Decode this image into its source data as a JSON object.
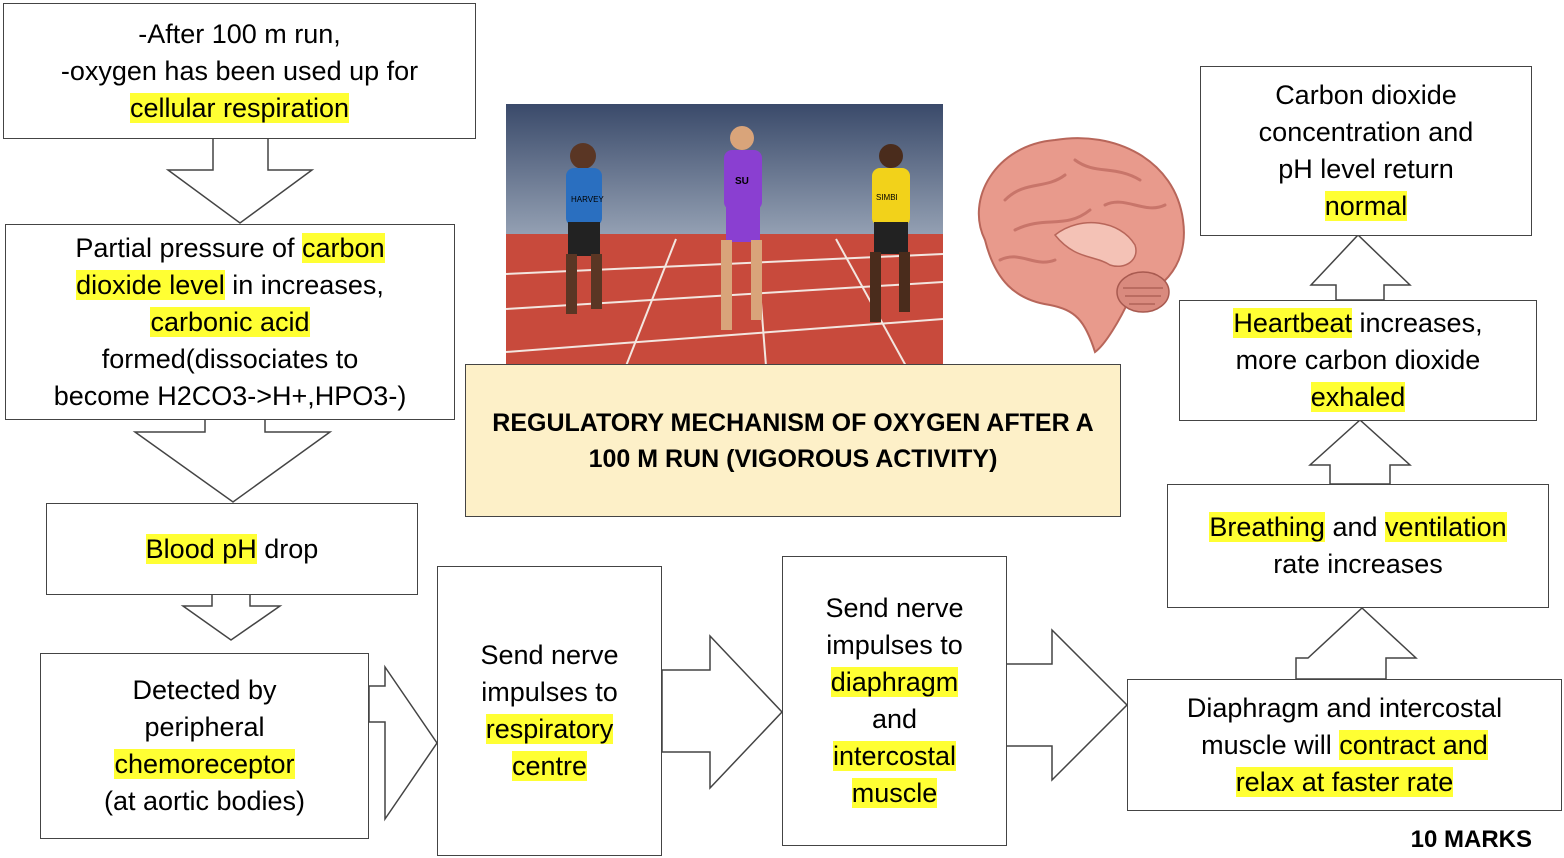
{
  "boxes": {
    "box1": {
      "line1": "-After 100 m run,",
      "line2": "-oxygen has been used up for",
      "hl": "cellular respiration"
    },
    "box2": {
      "hl1": "carbon",
      "t1": "Partial pressure of",
      "hl2": "dioxide level",
      "t2": "in increases,",
      "hl3": "carbonic acid",
      "t3": "formed(dissociates to",
      "t4": "become H2CO3->H+,HPO3-)"
    },
    "box3": {
      "hl": "Blood pH",
      "t": "drop"
    },
    "box4": {
      "t1": "Detected by",
      "t2": "peripheral",
      "hl": "chemoreceptor",
      "t3": "(at aortic bodies)"
    },
    "box5": {
      "t1": "Send nerve",
      "t2": "impulses to",
      "hl1": "respiratory",
      "hl2": "centre"
    },
    "box6": {
      "t1": "Send nerve",
      "t2": "impulses to",
      "hl1": "diaphragm",
      "t3": "and",
      "hl2": "intercostal",
      "hl3": "muscle"
    },
    "box7": {
      "t1": "Diaphragm and intercostal",
      "t2": "muscle will",
      "hl1": "contract and",
      "hl2": "relax at faster rate"
    },
    "box8": {
      "hl1": "Breathing",
      "t1": "and",
      "hl2": "ventilation",
      "t2": "rate increases"
    },
    "box9": {
      "hl1": "Heartbeat",
      "t1": "increases,",
      "t2": "more carbon dioxide",
      "hl2": "exhaled"
    },
    "box10": {
      "t1": "Carbon dioxide",
      "t2": "concentration and",
      "t3": "pH level return",
      "hl": "normal"
    }
  },
  "title": "REGULATORY MECHANISM OF OXYGEN AFTER A 100 M RUN (VIGOROUS ACTIVITY)",
  "marks": "10 MARKS",
  "runners": {
    "bib1": "HARVEY",
    "bib2": "SU",
    "bib3": "SIMBI"
  },
  "colors": {
    "highlight": "#ffff33",
    "title_bg": "#fdf0c8",
    "track": "#c84a3c",
    "brain": "#e89a8c"
  }
}
